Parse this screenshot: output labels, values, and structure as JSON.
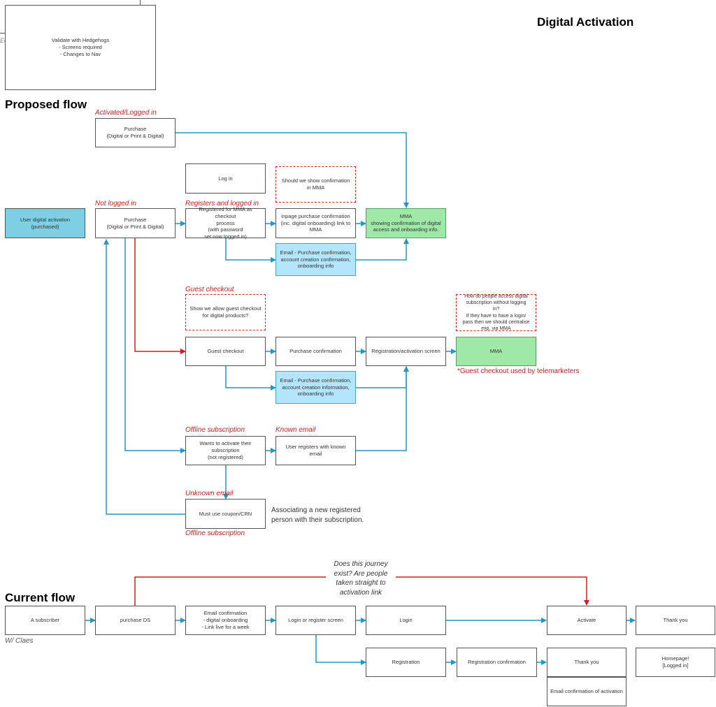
{
  "title": "Digital Activation",
  "corner_note": "Validate with Hedgehogs\n- Screens required\n- Changes to Nav",
  "corner_cut_text": "Ec",
  "proposed": {
    "heading": "Proposed flow",
    "labels": {
      "activated": "Activated/Logged in",
      "not_logged": "Not logged in",
      "registers": "Registers and logged in",
      "guest": "Guest checkout",
      "offline1": "Offline subscription",
      "known_email": "Known email",
      "unknown_email": "Unknown email",
      "offline2": "Offline subscription"
    },
    "boxes": {
      "user_activation": "User digital activation\n(purchased)",
      "purchase_top": "Purchase\n(Digital or Print & Digital)",
      "purchase_main": "Purchase\n(Digital or Print & Digital)",
      "log_in": "Log in",
      "confirm_q": "Should we show confirmation\nin MMA",
      "registered_mma": "Registered for MMA as checkout\nprocess\n(with password\nset now logged in)",
      "inpage": "inpage purchase confirmation\n(inc. digital onboarding) link to\nMMA",
      "mma_top": "MMA\nshowing confirmation of digital\naccess and onboarding info.",
      "email1": "Email - Purchase confirmation,\naccount creation confirmation,\nonboarding info",
      "guest_q": "Show we allow guest checkout\nfor digital products?",
      "access_q": "How do people access digital\nsubscription without logging\nin?\nIf they have to have a login/\npass then we should centralise\nexp. via MMA",
      "guest_checkout": "Guest checkout",
      "purchase_confirm": "Purchase confirmation",
      "reg_screen": "Registration/activation screen",
      "mma_mid": "MMA",
      "email2": "Email - Purchase confirmation,\naccount creation information,\nonboarding info",
      "wants_activate": "Wants to activate their subscription\n(not registered)",
      "known_reg": "User registers with known email",
      "coupon": "Must use coupon/CRN"
    },
    "telemarketers_note": "*Guest checkout used by telemarketers",
    "associating_note": "Associating a new registered\nperson with their subscription."
  },
  "current": {
    "heading": "Current flow",
    "with_note": "W/ Claes",
    "question_note": "Does this journey\nexist? Are people\ntaken straight to\nactivation link",
    "boxes": {
      "subscriber": "A subscriber",
      "purchase_ds": "purchase DS",
      "email_confirm": "Email confirmation\n- digital onboarding\n- Link live for a week",
      "login_register": "Login or register screen",
      "login": "Login",
      "activate": "Activate",
      "thank_you1": "Thank you",
      "registration": "Registration",
      "reg_confirm": "Registration confirmation",
      "thank_you2": "Thank you",
      "homepage": "Homepage!\n[Logged in]",
      "email_activation": "Email confirmation of activation"
    }
  },
  "colors": {
    "blue_connector": "#2196c8",
    "red_connector": "#d31d1d"
  }
}
